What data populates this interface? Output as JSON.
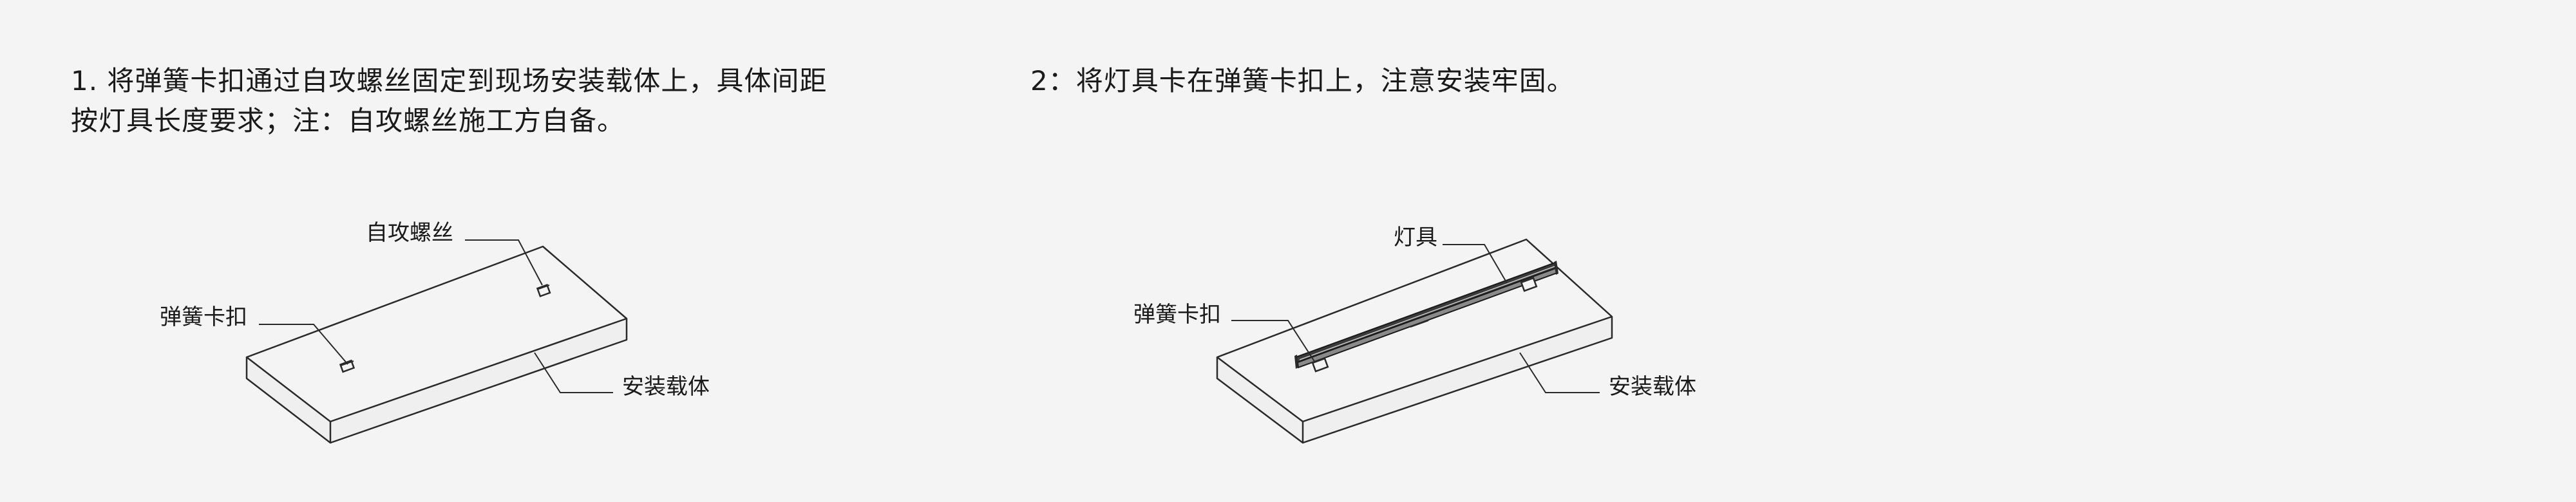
{
  "step1": {
    "line1": "1. 将弹簧卡扣通过自攻螺丝固定到现场安装载体上，具体间距",
    "line2": "按灯具长度要求；注：自攻螺丝施工方自备。"
  },
  "step2": {
    "line1": "2：将灯具卡在弹簧卡扣上，注意安装牢固。"
  },
  "labels": {
    "screw": "自攻螺丝",
    "clip": "弹簧卡扣",
    "carrier": "安装载体",
    "lamp": "灯具"
  }
}
